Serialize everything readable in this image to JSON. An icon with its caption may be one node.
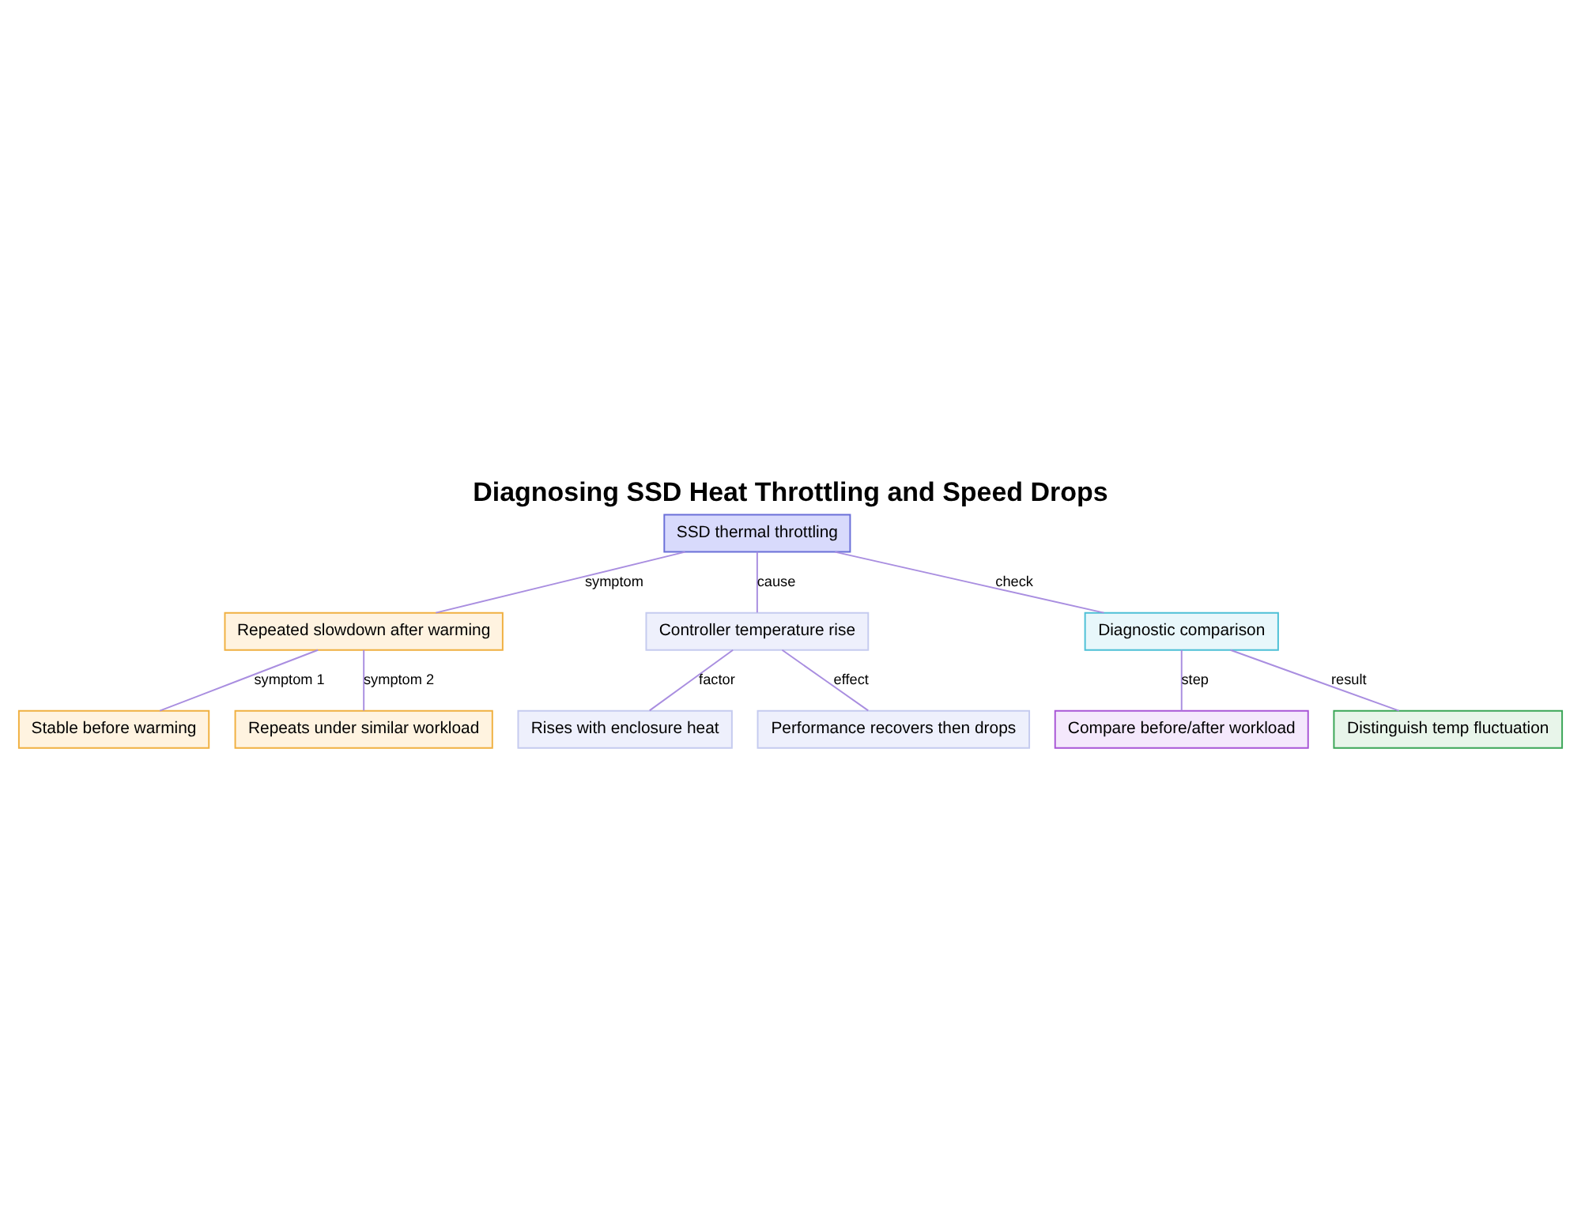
{
  "diagram": {
    "title": "Diagnosing SSD Heat Throttling and Speed Drops",
    "nodes": [
      {
        "text": [
          "SSD thermal throttling"
        ]
      },
      {
        "text": [
          "Repeated slowdown after warming"
        ]
      },
      {
        "text": [
          "Controller temperature rise"
        ]
      },
      {
        "text": [
          "Diagnostic comparison"
        ]
      },
      {
        "text": [
          "Stable before warming"
        ]
      },
      {
        "text": [
          "Repeats under similar workload"
        ]
      },
      {
        "text": [
          "Rises with enclosure heat"
        ]
      },
      {
        "text": [
          "Performance recovers then drops"
        ]
      },
      {
        "text": [
          "Compare before/after workload"
        ]
      },
      {
        "text": [
          "Distinguish temp fluctuation"
        ]
      }
    ],
    "edges": [
      {
        "from": 0,
        "to": 1,
        "arrow": "none",
        "label": "symptom"
      },
      {
        "from": 0,
        "to": 2,
        "arrow": "none",
        "label": "cause"
      },
      {
        "from": 0,
        "to": 3,
        "arrow": "none",
        "label": "check"
      },
      {
        "from": 1,
        "to": 4,
        "arrow": "none",
        "label": "symptom 1"
      },
      {
        "from": 1,
        "to": 5,
        "arrow": "none",
        "label": "symptom 2"
      },
      {
        "from": 2,
        "to": 6,
        "arrow": "none",
        "label": "factor"
      },
      {
        "from": 2,
        "to": 7,
        "arrow": "none",
        "label": "effect"
      },
      {
        "from": 3,
        "to": 8,
        "arrow": "none",
        "label": "step"
      },
      {
        "from": 3,
        "to": 9,
        "arrow": "none",
        "label": "result"
      }
    ]
  }
}
